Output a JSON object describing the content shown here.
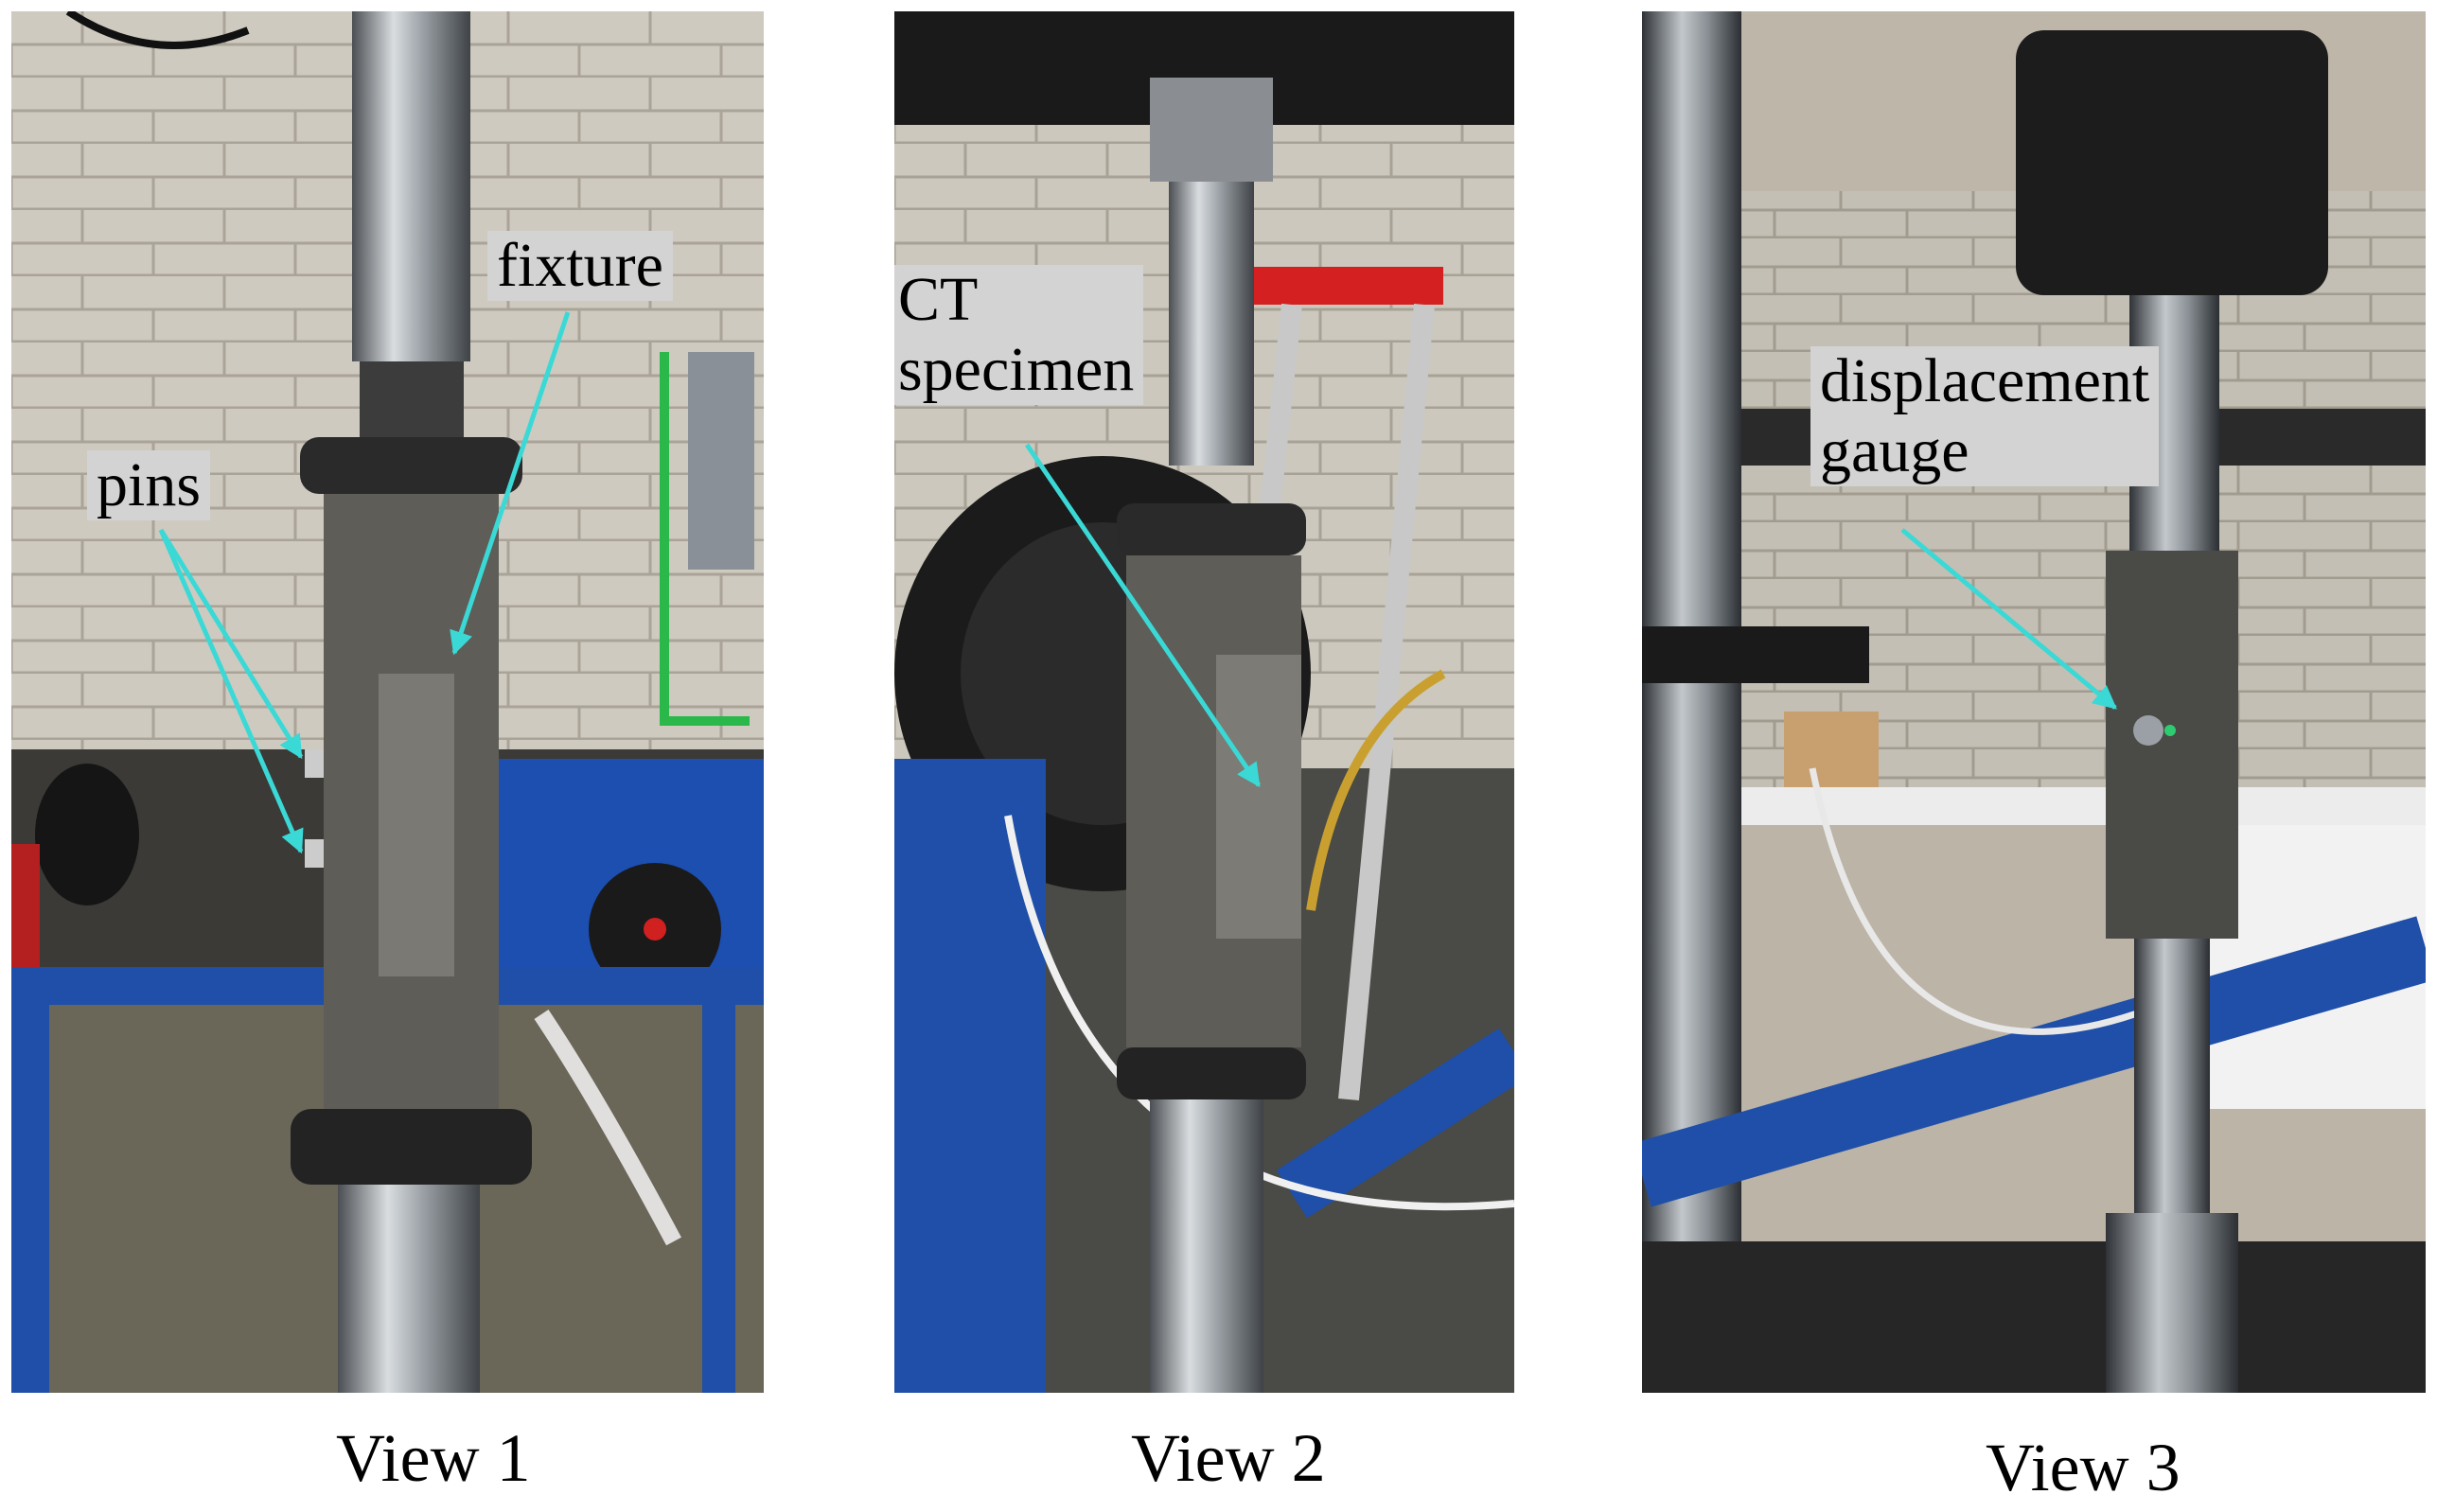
{
  "panels": [
    {
      "id": "view-1",
      "caption": "View 1",
      "labels": [
        {
          "lines": [
            "fixture"
          ]
        },
        {
          "lines": [
            "pins"
          ]
        }
      ]
    },
    {
      "id": "view-2",
      "caption": "View 2",
      "labels": [
        {
          "lines": [
            "CT",
            "specimen"
          ]
        }
      ]
    },
    {
      "id": "view-3",
      "caption": "View 3",
      "labels": [
        {
          "lines": [
            "displacement",
            "gauge"
          ]
        }
      ]
    }
  ],
  "colors": {
    "arrow": "#3ad9d6",
    "label_background": "#d3d3d3",
    "frame_blue": "#1f4fa8",
    "steel": "#8a8f93",
    "fixture_gray": "#5d5c57",
    "wall": "#c9c4ba"
  }
}
